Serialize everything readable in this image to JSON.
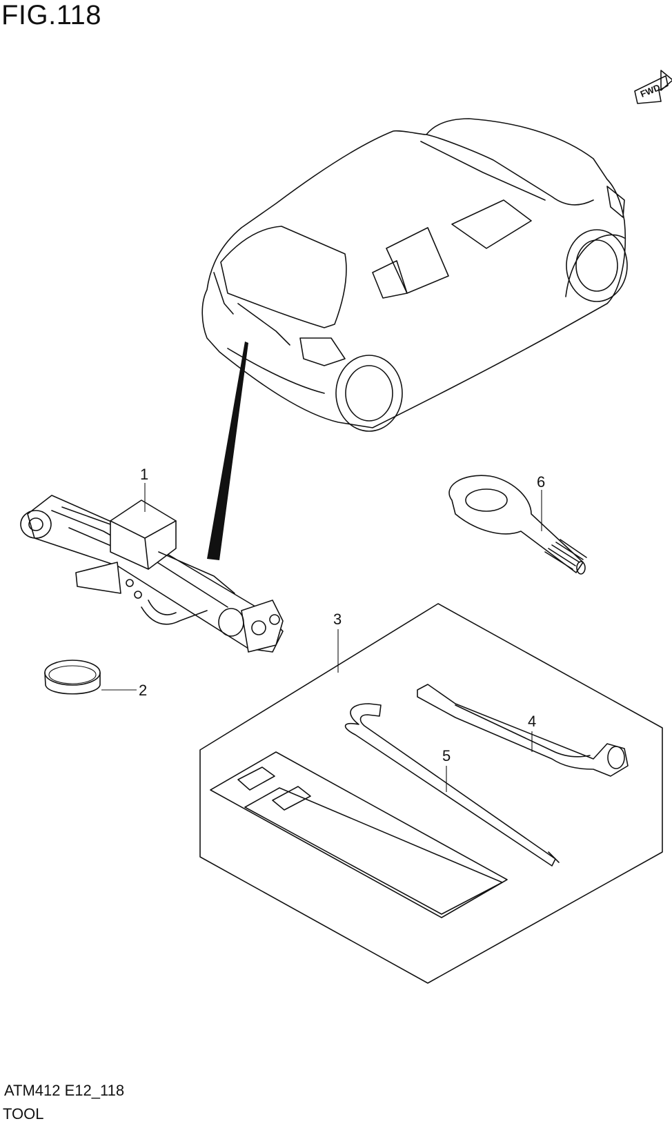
{
  "header": {
    "figure": "FIG.118"
  },
  "footer": {
    "code": "ATM412 E12_118",
    "name": "TOOL"
  },
  "direction_marker": {
    "label": "FWD",
    "icon": "fwd-arrow-icon"
  },
  "callouts": [
    {
      "number": "1",
      "part": "jack"
    },
    {
      "number": "2",
      "part": "ring"
    },
    {
      "number": "3",
      "part": "tool set"
    },
    {
      "number": "4",
      "part": "wheel wrench"
    },
    {
      "number": "5",
      "part": "handle bar"
    },
    {
      "number": "6",
      "part": "towing hook"
    }
  ]
}
